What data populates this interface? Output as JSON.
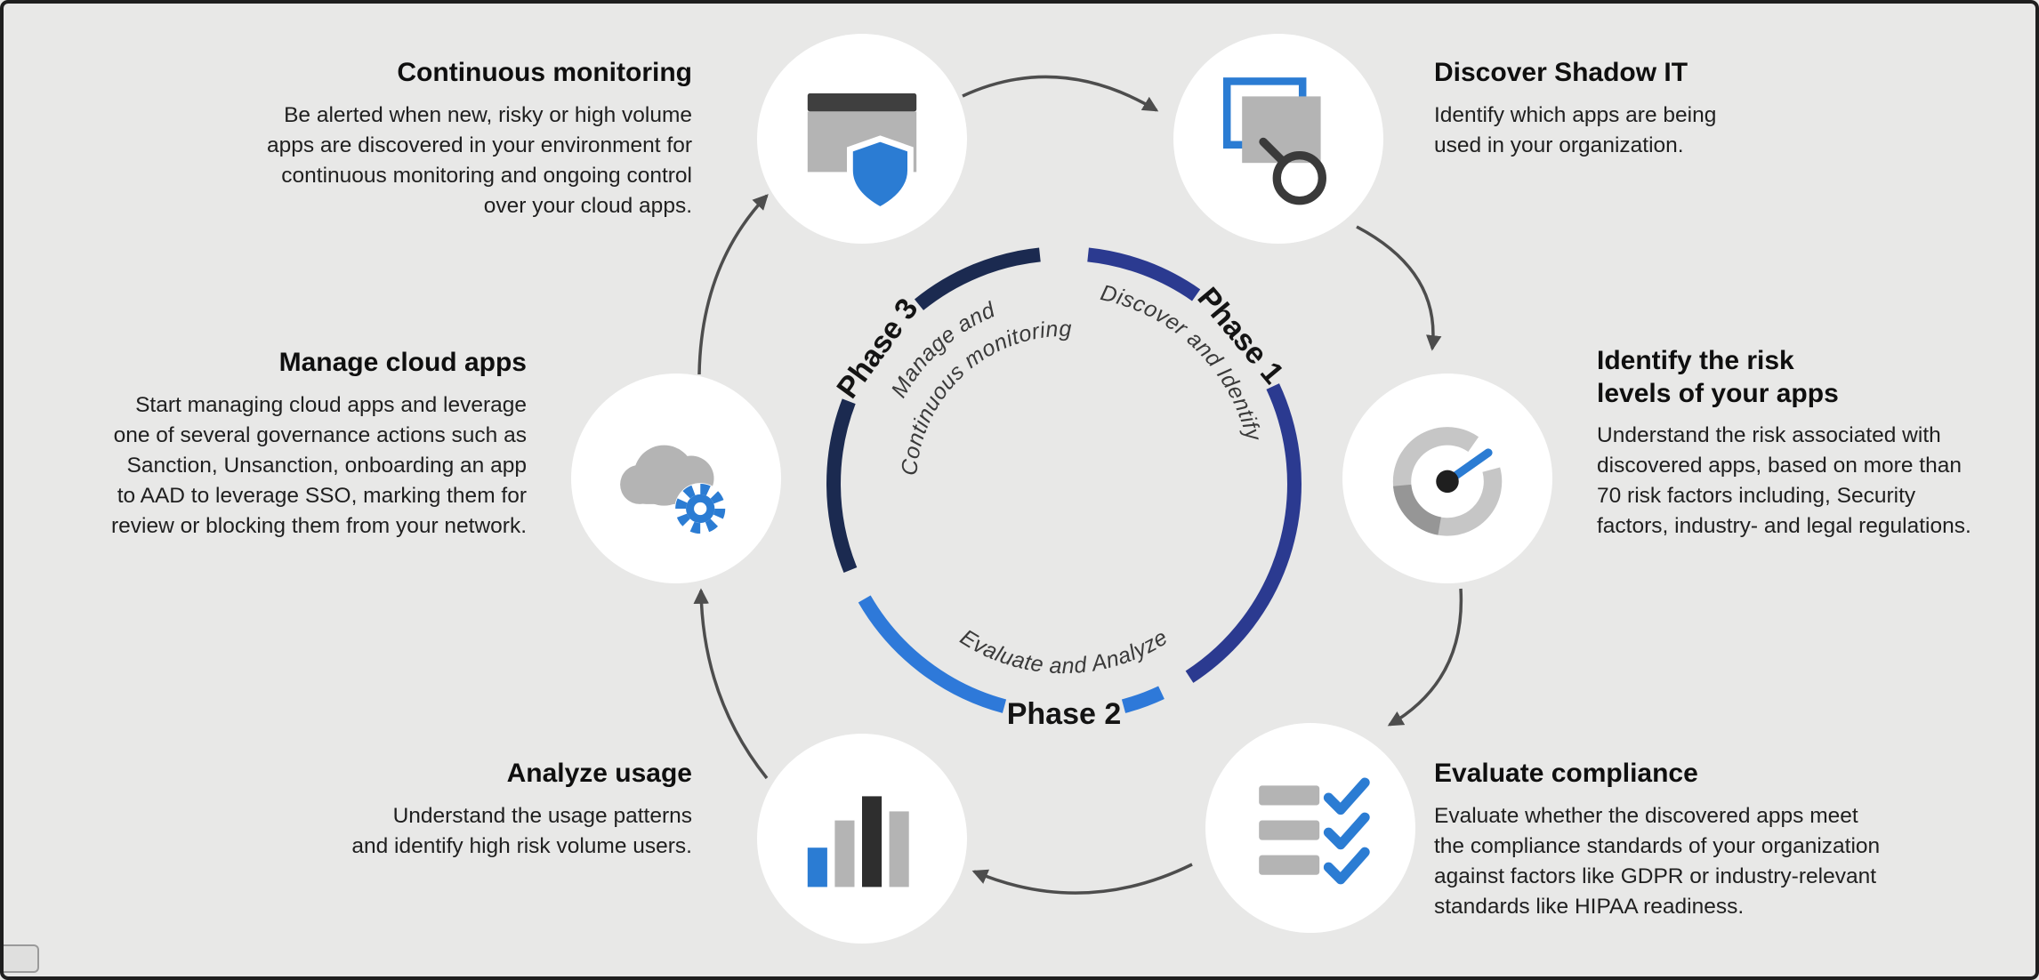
{
  "colors": {
    "background": "#e8e8e7",
    "accent_blue": "#2b7cd3",
    "phase1_arc": "#2b3a90",
    "phase2_arc": "#2e79d9",
    "phase3_arc": "#1b2a50",
    "icon_gray": "#b4b4b4",
    "icon_dark": "#3f3f3f",
    "arrow_gray": "#4d4d4d",
    "text_dark": "#0f0f0f"
  },
  "center_ring": {
    "phases": [
      {
        "label": "Phase 1",
        "descriptor": "Discover and Identify"
      },
      {
        "label": "Phase 2",
        "descriptor": "Evaluate and Analyze"
      },
      {
        "label": "Phase 3",
        "descriptor_lines": [
          "Manage and",
          "Continuous monitoring"
        ]
      }
    ]
  },
  "nodes": [
    {
      "id": "continuous-monitoring",
      "icon": "window-shield-icon",
      "heading": "Continuous monitoring",
      "body_lines": [
        "Be alerted when new, risky or high volume",
        "apps are discovered in your environment for",
        "continuous monitoring and ongoing control",
        "over your cloud apps."
      ]
    },
    {
      "id": "discover-shadow-it",
      "icon": "windows-magnifier-icon",
      "heading": "Discover Shadow IT",
      "body_lines": [
        "Identify which apps are being",
        "used in your organization."
      ]
    },
    {
      "id": "identify-risk-levels",
      "icon": "risk-gauge-icon",
      "heading_lines": [
        "Identify the risk",
        "levels of your apps"
      ],
      "body_lines": [
        "Understand the risk associated with",
        "discovered apps, based on more than",
        "70 risk factors including, Security",
        "factors, industry- and legal regulations."
      ]
    },
    {
      "id": "evaluate-compliance",
      "icon": "compliance-checklist-icon",
      "heading": "Evaluate compliance",
      "body_lines": [
        "Evaluate whether the discovered apps meet",
        "the compliance standards of your organization",
        "against factors like GDPR or industry-relevant",
        "standards like HIPAA readiness."
      ]
    },
    {
      "id": "analyze-usage",
      "icon": "bar-chart-icon",
      "heading": "Analyze usage",
      "body_lines": [
        "Understand the usage patterns",
        "and identify high risk volume users."
      ]
    },
    {
      "id": "manage-cloud-apps",
      "icon": "cloud-gear-icon",
      "heading": "Manage cloud apps",
      "body_lines": [
        "Start managing cloud apps and leverage",
        "one of several governance actions such as",
        "Sanction, Unsanction, onboarding an app",
        "to AAD to leverage SSO, marking them for",
        "review or blocking them from your network."
      ]
    }
  ]
}
